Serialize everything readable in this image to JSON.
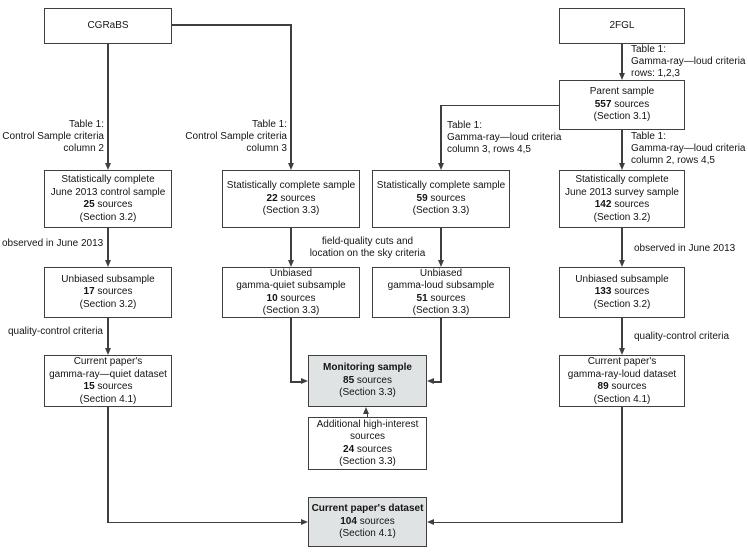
{
  "colors": {
    "line": "#3f3f3f",
    "box_border": "#3f3f3f",
    "shaded_fill": "#dfe3e3",
    "background": "#ffffff",
    "text": "#141414"
  },
  "boxes": {
    "cgrabs": {
      "l1": "CGRaBS"
    },
    "fgl": {
      "l1": "2FGL"
    },
    "parent": {
      "l1": "Parent sample",
      "count": "557",
      "count_suffix": " sources",
      "section": "(Section 3.1)"
    },
    "sc1": {
      "l1": "Statistically complete",
      "l2": "June 2013 control sample",
      "count": "25",
      "count_suffix": " sources",
      "section": "(Section 3.2)"
    },
    "sc2": {
      "l1": "Statistically complete sample",
      "count": "22",
      "count_suffix": " sources",
      "section": "(Section 3.3)"
    },
    "sc3": {
      "l1": "Statistically complete sample",
      "count": "59",
      "count_suffix": " sources",
      "section": "(Section 3.3)"
    },
    "sc4": {
      "l1": "Statistically complete",
      "l2": "June 2013 survey sample",
      "count": "142",
      "count_suffix": " sources",
      "section": "(Section 3.2)"
    },
    "ub1": {
      "l1": "Unbiased subsample",
      "count": "17",
      "count_suffix": " sources",
      "section": "(Section 3.2)"
    },
    "ub2": {
      "l1": "Unbiased",
      "l2": "gamma-quiet subsample",
      "count": "10",
      "count_suffix": " sources",
      "section": "(Section 3.3)"
    },
    "ub3": {
      "l1": "Unbiased",
      "l2": "gamma-loud subsample",
      "count": "51",
      "count_suffix": " sources",
      "section": "(Section 3.3)"
    },
    "ub4": {
      "l1": "Unbiased subsample",
      "count": "133",
      "count_suffix": " sources",
      "section": "(Section 3.2)"
    },
    "cp_quiet": {
      "l1": "Current paper's",
      "l2": "gamma-ray—quiet dataset",
      "count": "15",
      "count_suffix": " sources",
      "section": "(Section 4.1)"
    },
    "cp_loud": {
      "l1": "Current paper's",
      "l2": "gamma-ray-loud dataset",
      "count": "89",
      "count_suffix": " sources",
      "section": "(Section 4.1)"
    },
    "monitoring": {
      "l1": "Monitoring sample",
      "count": "85",
      "count_suffix": " sources",
      "section": "(Section 3.3)"
    },
    "additional": {
      "l1": "Additional high-interest",
      "l2": "sources",
      "count": "24",
      "count_suffix": " sources",
      "section": "(Section 3.3)"
    },
    "final": {
      "l1": "Current paper's dataset",
      "count": "104",
      "count_suffix": " sources",
      "section": "(Section 4.1)"
    }
  },
  "labels": {
    "table1_col2": {
      "l1": "Table 1:",
      "l2": "Control Sample criteria",
      "l3": "column 2"
    },
    "table1_col3": {
      "l1": "Table 1:",
      "l2": "Control Sample criteria",
      "l3": "column 3"
    },
    "table1_gl_col3": {
      "l1": "Table 1:",
      "l2": "Gamma-ray—loud criteria",
      "l3": "column 3, rows 4,5"
    },
    "table1_gl_rows123": {
      "l1": "Table 1:",
      "l2": "Gamma-ray—loud criteria",
      "l3": "rows: 1,2,3"
    },
    "table1_gl_col2": {
      "l1": "Table 1:",
      "l2": "Gamma-ray—loud criteria",
      "l3": "column 2, rows 4,5"
    },
    "observed_left": {
      "l1": "observed in June 2013"
    },
    "observed_right": {
      "l1": "observed in June 2013"
    },
    "field_quality": {
      "l1": "field-quality cuts and",
      "l2": "location on the sky criteria"
    },
    "qc_left": {
      "l1": "quality-control criteria"
    },
    "qc_right": {
      "l1": "quality-control criteria"
    }
  }
}
